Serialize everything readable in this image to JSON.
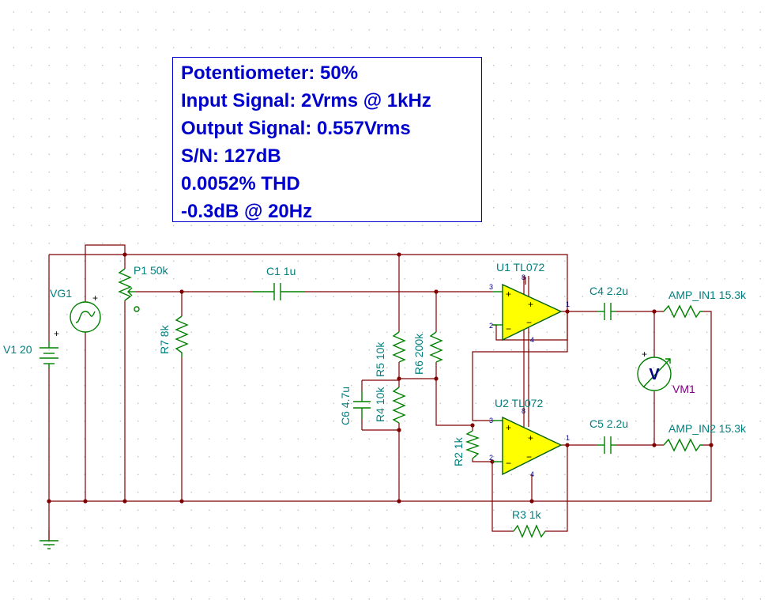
{
  "info": [
    "Potentiometer: 50%",
    "Input Signal: 2Vrms @ 1kHz",
    "Output Signal: 0.557Vrms",
    "S/N: 127dB",
    "0.0052% THD",
    "-0.3dB @ 20Hz"
  ],
  "components": {
    "p1": "P1 50k",
    "c1": "C1 1u",
    "u1": "U1 TL072",
    "c4": "C4 2.2u",
    "amp_in1": "AMP_IN1 15.3k",
    "vg1": "VG1",
    "v1": "V1 20",
    "r7": "R7 8k",
    "r5": "R5 10k",
    "r6": "R6 200k",
    "vm1": "VM1",
    "c6": "C6 4.7u",
    "r4": "R4 10k",
    "u2": "U2 TL072",
    "c5": "C5 2.2u",
    "amp_in2": "AMP_IN2 15.3k",
    "r2": "R2 1k",
    "r3": "R3 1k"
  },
  "symbols": {
    "voltmeter": "V",
    "plus": "+",
    "minus": "−",
    "pin3": "3",
    "pin2": "2",
    "pin1": "1",
    "pin4": "4",
    "pin8": "8"
  },
  "colors": {
    "wire": "#800000",
    "component": "#008000",
    "label": "#007f7f",
    "info_text": "#0000cc",
    "opamp_fill": "#ffff00"
  }
}
